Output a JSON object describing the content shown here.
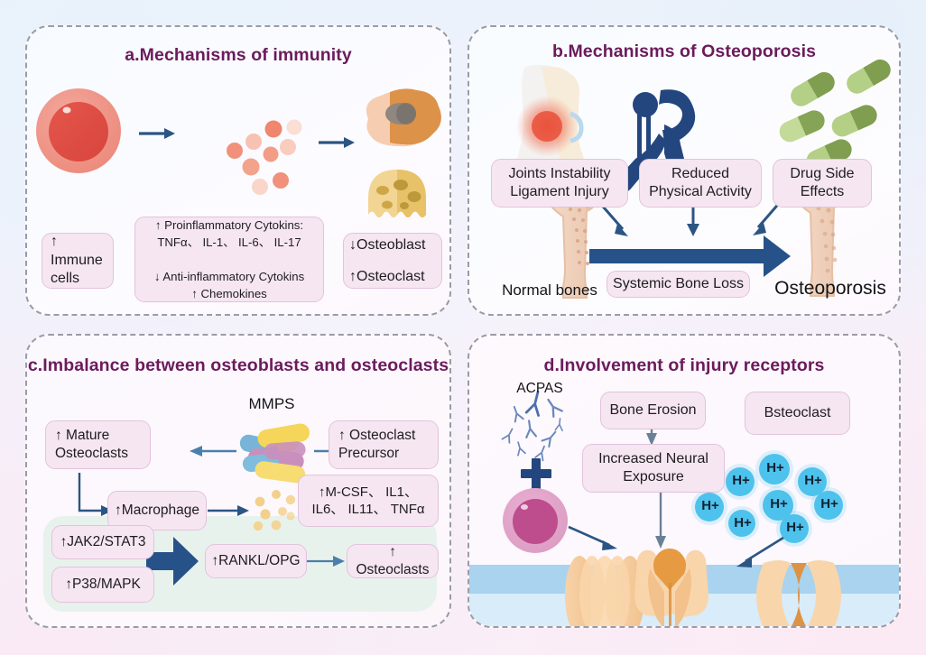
{
  "figure": {
    "kind": "scientific-schematic",
    "background_colors": {
      "top_left": "#e9f2fb",
      "top_right": "#e6f0fa",
      "bottom_left": "#f9eaf5",
      "bottom_right": "#fbeaf4"
    },
    "box_fill": "#f6e6f2",
    "box_border": "#e2c3dd",
    "title_color": "#6b1b5c",
    "arrow_color": "#2b5583"
  },
  "panel_a": {
    "title": "a.Mechanisms of immunity",
    "boxes": {
      "immune_cells": "↑ Immune\ncells",
      "cytokines": "↑ Proinflammatory Cytokins:\nTNFα、 IL-1、 IL-6、 IL-17\n\n↓ Anti-inflammatory Cytokins\n↑ Chemokines",
      "osteo": "↓Osteoblast\n\n↑Osteoclast"
    },
    "icons": {
      "immune_cell": "immune-cell-icon",
      "cytokine_dots": "cytokine-dots-icon",
      "osteoblast_cell": "osteoblast-cell-icon",
      "osteoclast_cell": "osteoclast-cell-icon",
      "arrow1": "arrow-right-icon",
      "arrow2": "arrow-right-icon"
    }
  },
  "panel_b": {
    "title": "b.Mechanisms of Osteoporosis",
    "boxes": {
      "joints": "Joints Instability\nLigament Injury",
      "activity": "Reduced\nPhysical Activity",
      "drugs": "Drug Side\nEffects",
      "bone_loss": "Systemic Bone Loss"
    },
    "labels": {
      "normal_bones": "Normal bones",
      "osteoporosis": "Osteoporosis"
    },
    "icons": {
      "knee_joint": "knee-joint-icon",
      "stooped_person": "stooped-person-icon",
      "pills": "pills-icon",
      "normal_femur": "normal-femur-icon",
      "osteoporotic_femur": "osteoporotic-femur-icon",
      "big_arrow": "big-arrow-right-icon"
    }
  },
  "panel_c": {
    "title": "c.Imbalance between osteoblasts and osteoclasts",
    "labels": {
      "mmps": "MMPS"
    },
    "boxes": {
      "mature_osteoclasts": "↑ Mature\nOsteoclasts",
      "osteoclast_precursor": "↑ Osteoclast\nPrecursor",
      "macrophage": "↑Macrophage",
      "factors": "↑M-CSF、 IL1、\nIL6、 IL11、 TNFα",
      "jak2": "↑JAK2/STAT3",
      "p38": "↑P38/MAPK",
      "rankl": "↑RANKL/OPG",
      "osteoclasts": "↑ Osteoclasts"
    },
    "icons": {
      "mmps_cluster": "mmps-cluster-icon",
      "secreted-dots": "secreted-dots-icon",
      "block_arrow": "block-arrow-right-icon"
    },
    "green_band_color": "#e8f2ec"
  },
  "panel_d": {
    "title": "d.Involvement of injury receptors",
    "labels": {
      "acpas": "ACPAS",
      "hplus": "H+"
    },
    "boxes": {
      "bone_erosion": "Bone Erosion",
      "neural_exposure": "Increased Neural\nExposure",
      "bsteoclast": "Bsteoclast"
    },
    "hplus_count": 8,
    "icons": {
      "antibodies": "antibody-cluster-icon",
      "plus": "plus-icon",
      "monocyte": "monocyte-cell-icon",
      "receptor_closed": "receptor-closed-icon",
      "receptor_open": "receptor-open-icon",
      "receptor_pinched": "receptor-pinched-icon",
      "membrane": "membrane-band-icon"
    },
    "membrane_color": "#a9d3ef"
  }
}
